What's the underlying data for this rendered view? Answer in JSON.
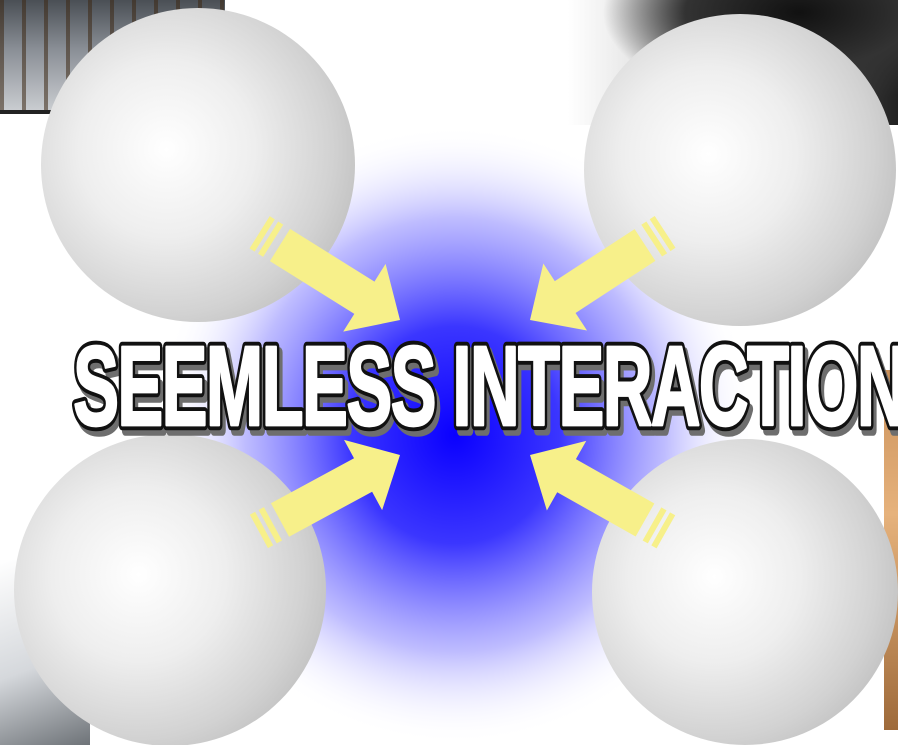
{
  "diagram": {
    "title": "SEEMLESS INTERACTION",
    "colors": {
      "glow": "#0a00ff",
      "arrow": "#f7f08a",
      "sphere": "#d4d4d4",
      "title_fill": "#ffffff",
      "title_outline": "#111111"
    },
    "nodes": [
      {
        "id": "top-left",
        "icon": "sphere"
      },
      {
        "id": "top-right",
        "icon": "sphere"
      },
      {
        "id": "bottom-left",
        "icon": "sphere"
      },
      {
        "id": "bottom-right",
        "icon": "sphere"
      }
    ],
    "arrows": [
      {
        "from": "top-left",
        "to": "center"
      },
      {
        "from": "top-right",
        "to": "center"
      },
      {
        "from": "bottom-left",
        "to": "center"
      },
      {
        "from": "bottom-right",
        "to": "center"
      }
    ]
  }
}
